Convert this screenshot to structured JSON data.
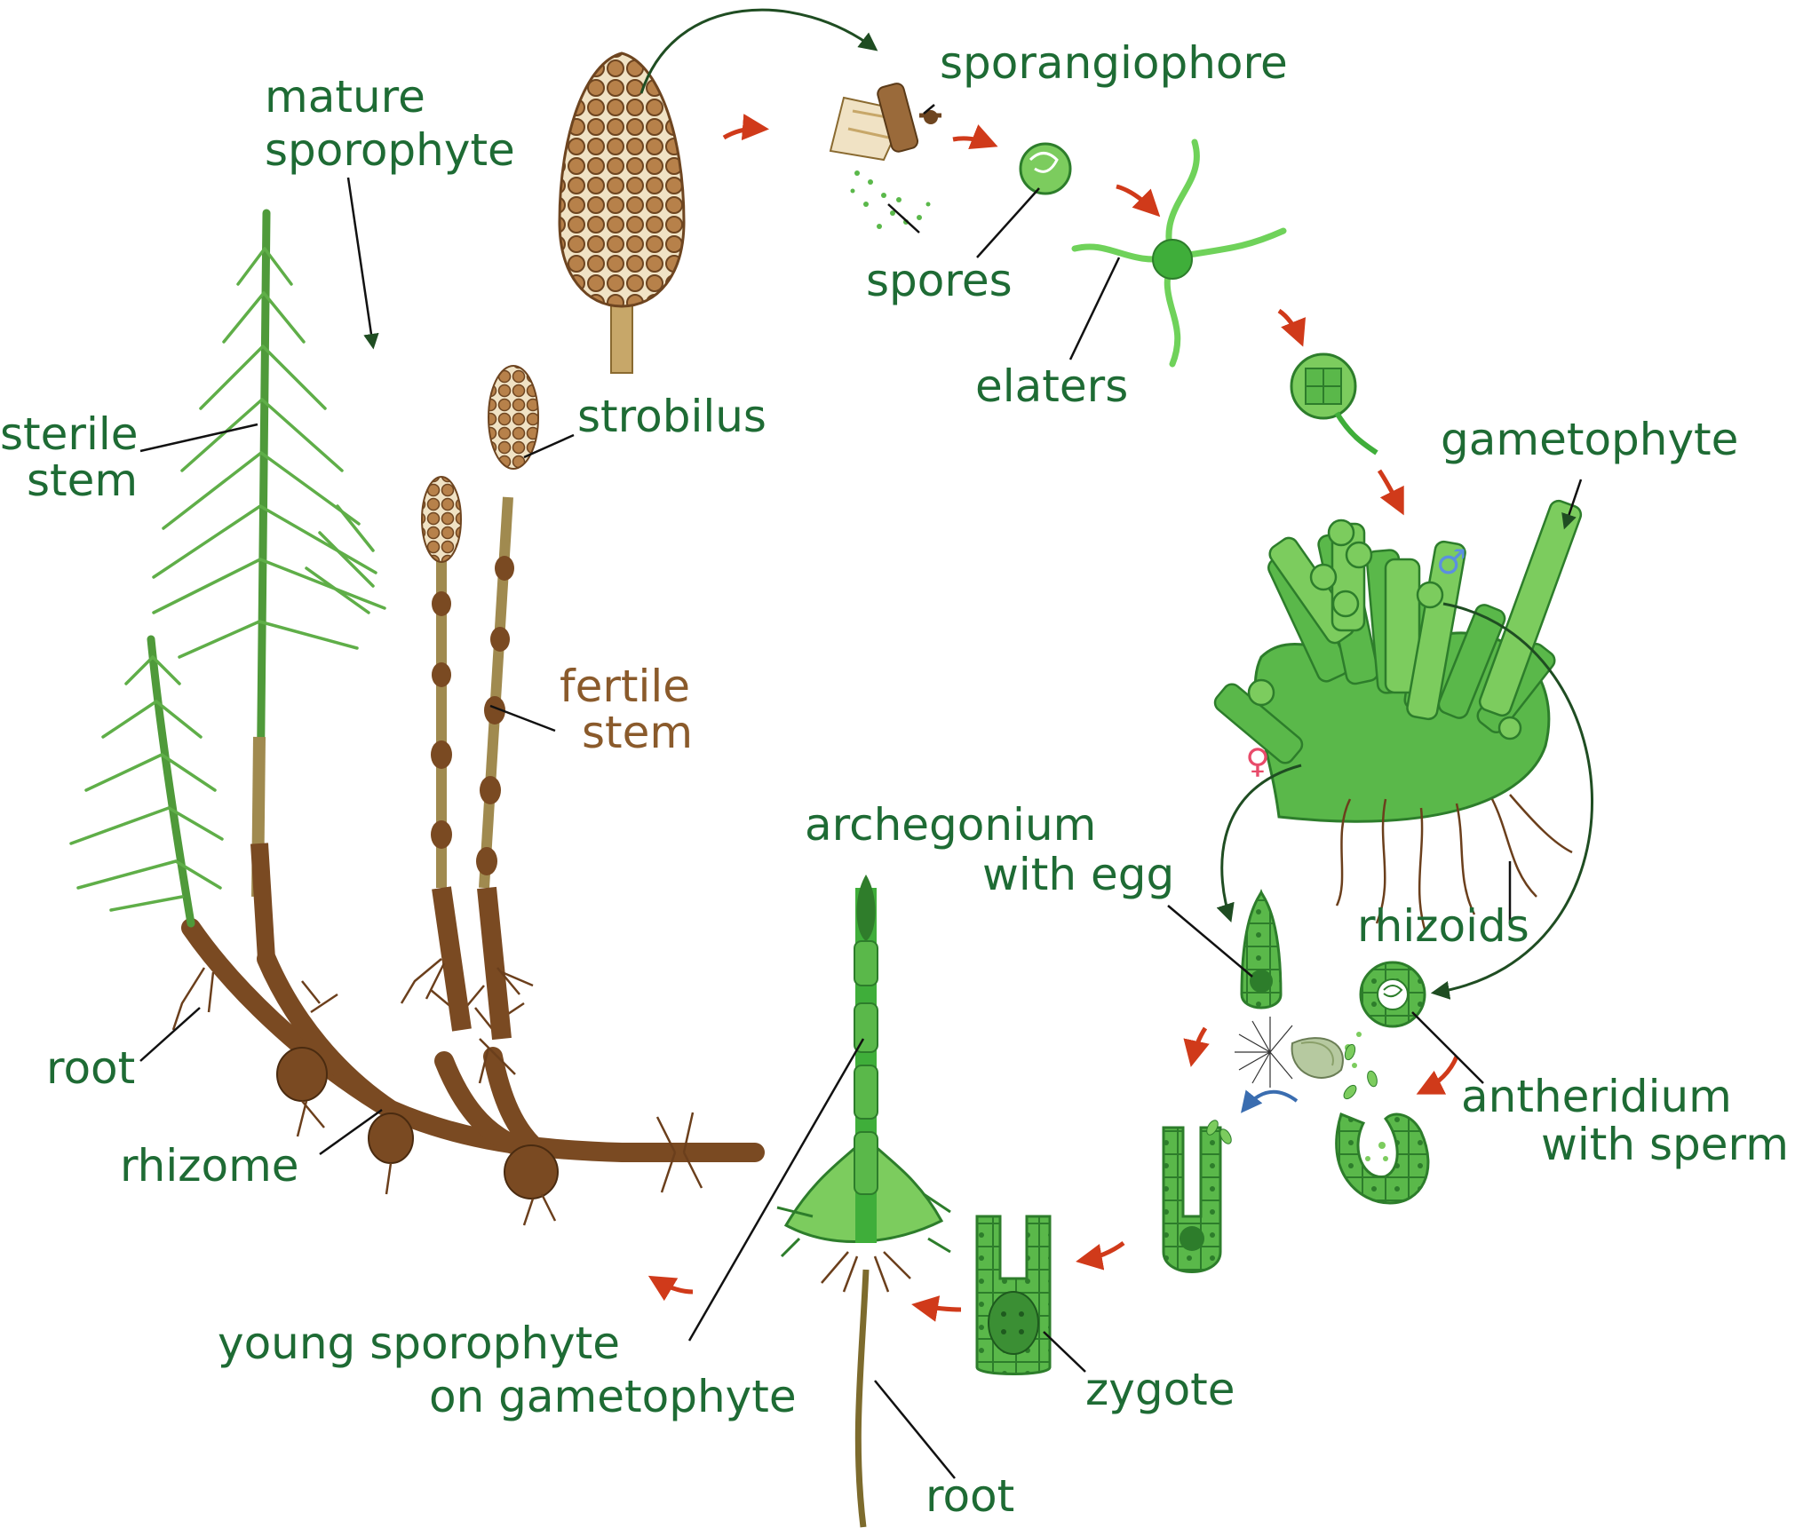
{
  "labels": {
    "mature_sporophyte_1": "mature",
    "mature_sporophyte_2": "sporophyte",
    "sterile_stem_1": "sterile",
    "sterile_stem_2": "stem",
    "strobilus": "strobilus",
    "fertile_stem_1": "fertile",
    "fertile_stem_2": "stem",
    "root_left": "root",
    "rhizome": "rhizome",
    "sporangiophore": "sporangiophore",
    "spores": "spores",
    "elaters": "elaters",
    "gametophyte": "gametophyte",
    "rhizoids": "rhizoids",
    "archegonium_1": "archegonium",
    "archegonium_2": "with egg",
    "antheridium_1": "antheridium",
    "antheridium_2": "with sperm",
    "zygote": "zygote",
    "young_sporophyte_1": "young sporophyte",
    "young_sporophyte_2": "on gametophyte",
    "root_bottom": "root"
  },
  "symbols": {
    "male": "♂",
    "female": "♀"
  },
  "colors": {
    "label_green": "#1e6b34",
    "label_brown": "#8a5a2b",
    "stage_arrow": "#d03a1a",
    "male_symbol": "#5b8fe0",
    "female_symbol": "#e84b6a"
  }
}
